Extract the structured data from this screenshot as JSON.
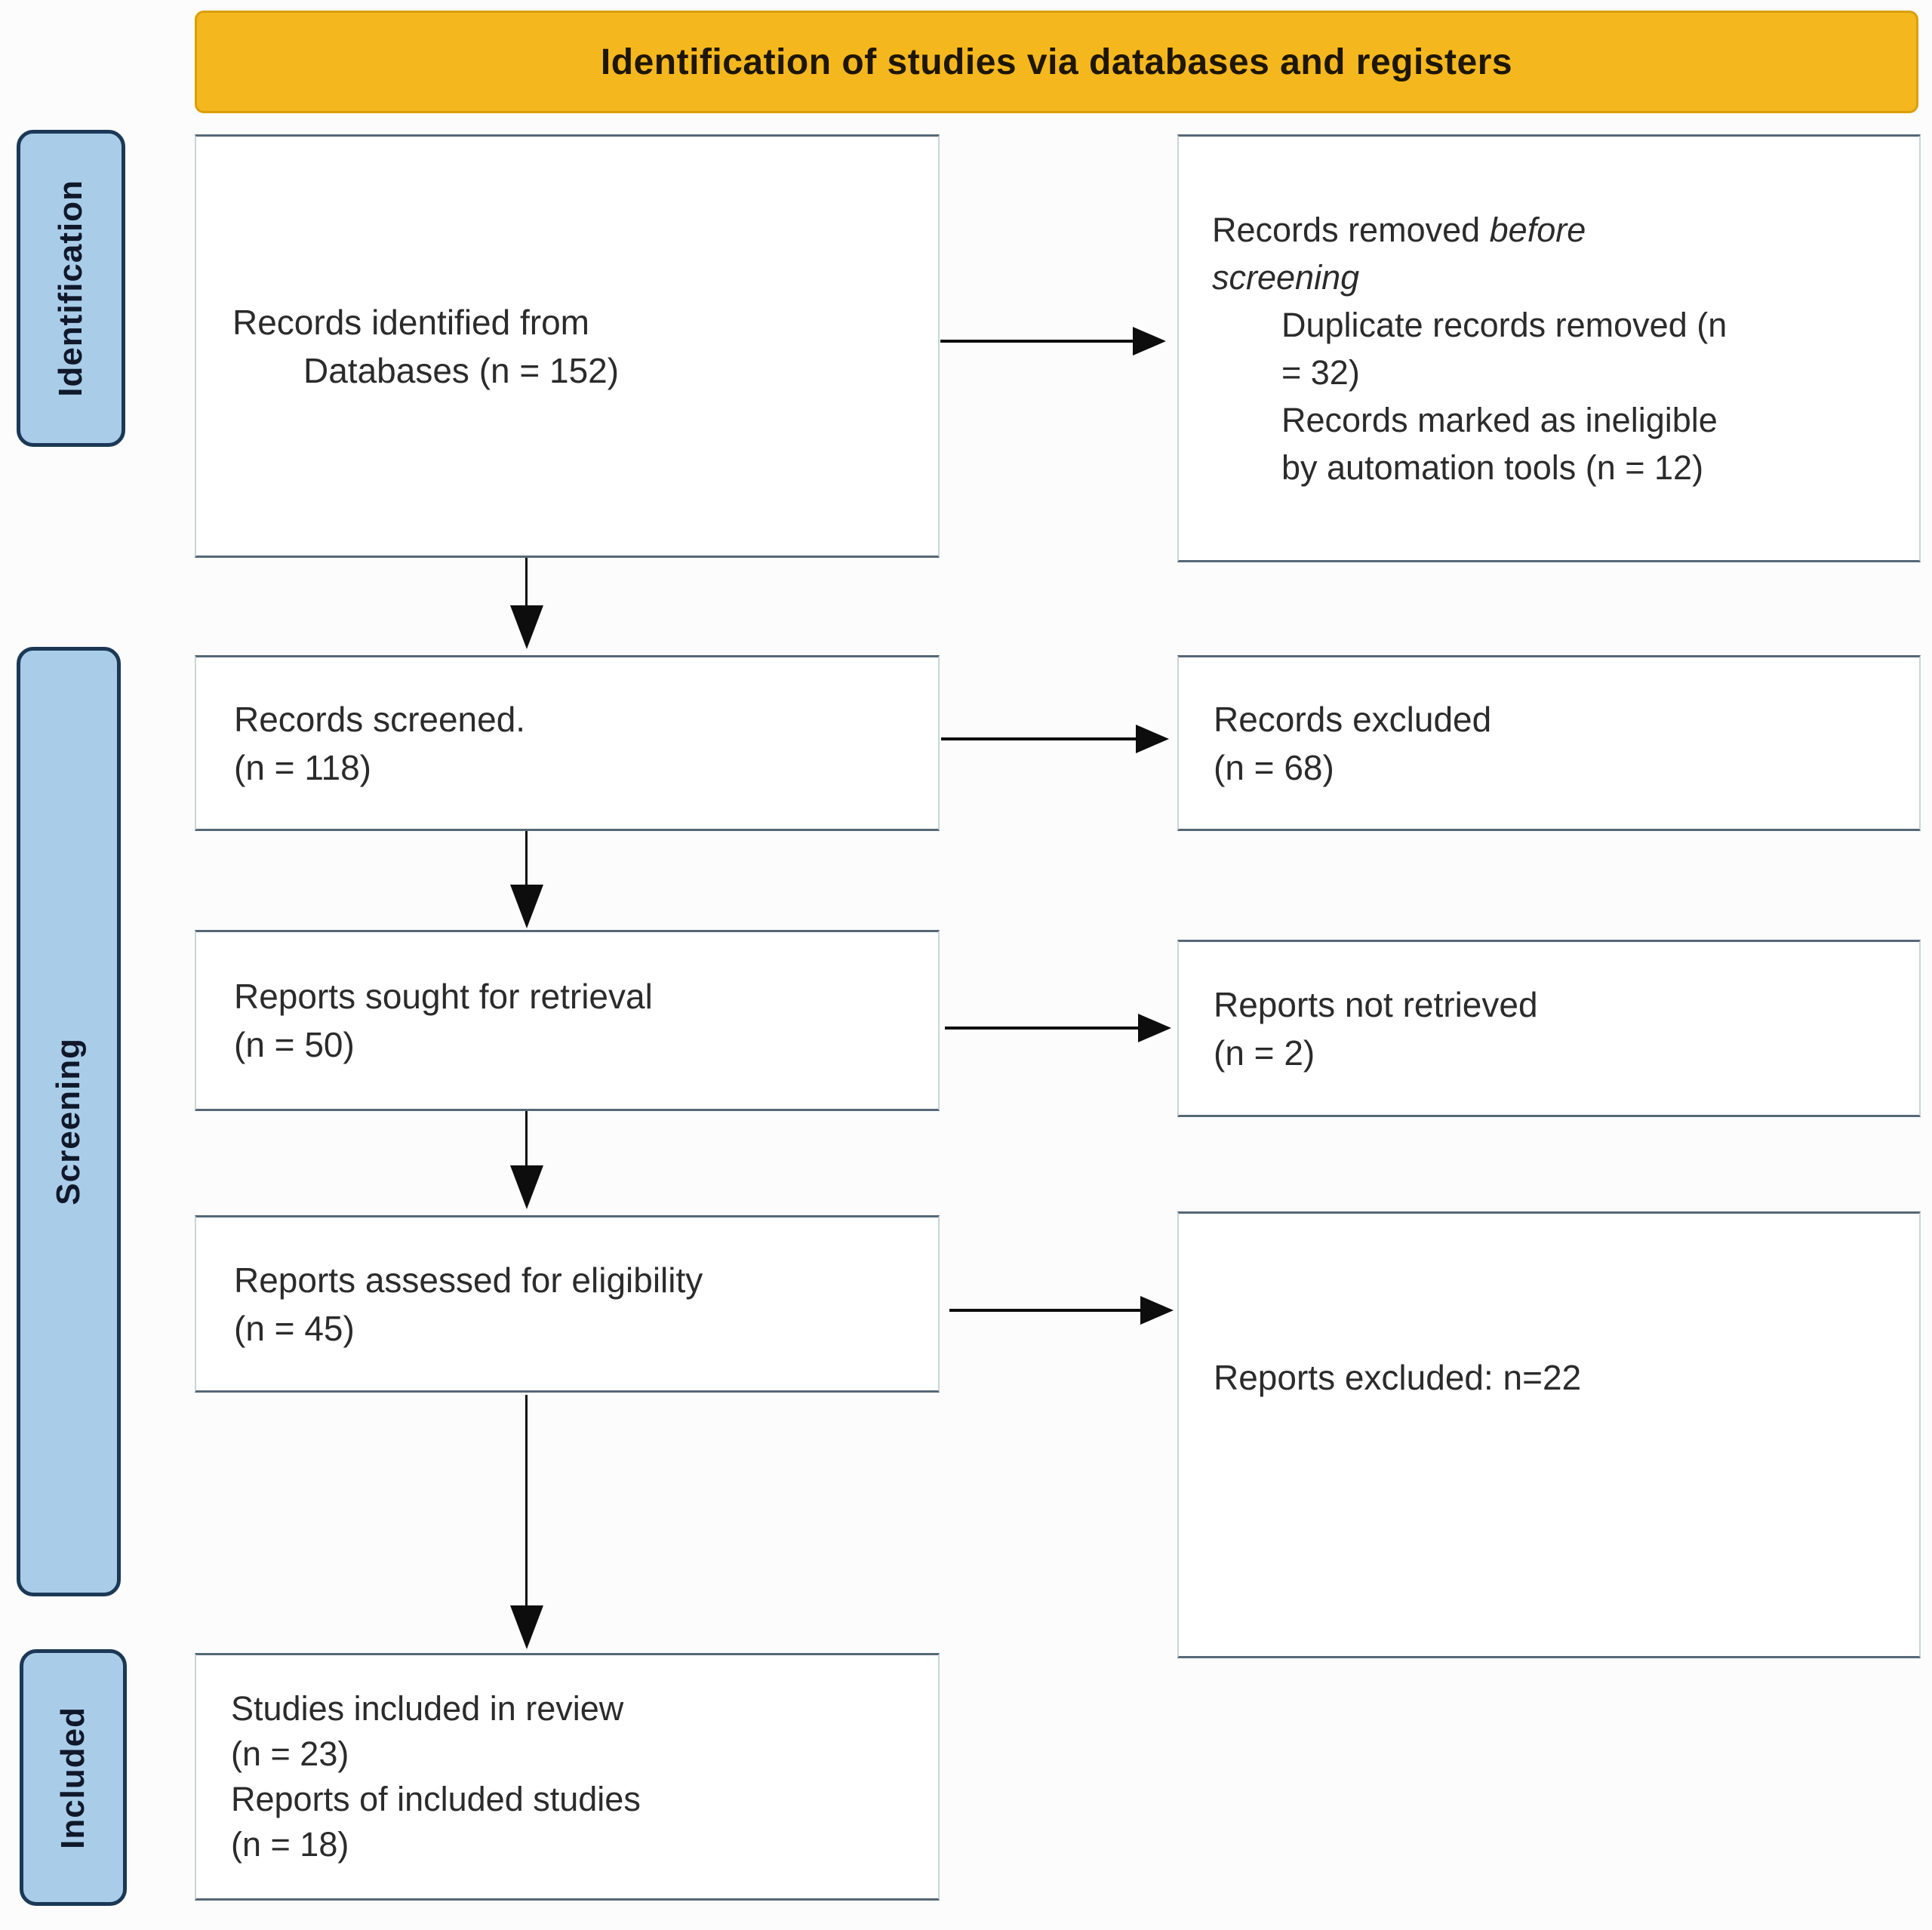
{
  "header": {
    "title": "Identification of studies via databases and registers"
  },
  "sidebar": {
    "identification": "Identification",
    "screening": "Screening",
    "included": "Included"
  },
  "flow": {
    "identified": {
      "line1": "Records identified from",
      "line2": "Databases (n = 152)"
    },
    "screened": {
      "line1": "Records screened.",
      "line2": "(n = 118)"
    },
    "sought": {
      "line1": "Reports sought for retrieval",
      "line2": "(n = 50)"
    },
    "assessed": {
      "line1": "Reports assessed for eligibility",
      "line2": "(n = 45)"
    },
    "included_box": {
      "line1": "Studies included in review",
      "line2": "(n = 23)",
      "line3": "Reports of included studies",
      "line4": "(n = 18)"
    }
  },
  "exclusions": {
    "removed": {
      "intro_plain": "Records removed ",
      "intro_italic": "before",
      "intro_italic2": "screening",
      "item1_line1": "Duplicate records removed (n",
      "item1_line2": "= 32)",
      "item2_line1": "Records marked as ineligible",
      "item2_line2": "by automation tools (n = 12)"
    },
    "excluded_records": {
      "line1": "Records excluded",
      "line2": "(n = 68)"
    },
    "not_retrieved": {
      "line1": "Reports not retrieved",
      "line2": "(n = 2)"
    },
    "excluded_reports": {
      "line1": "Reports excluded: n=22"
    }
  },
  "colors": {
    "header_bg": "#F5B71E",
    "header_border": "#D99F0A",
    "sidebar_bg": "#A9CDE9",
    "sidebar_border": "#1B3856",
    "box_border": "#566876",
    "arrow": "#0D0D0D",
    "text": "#2B2B2B"
  }
}
